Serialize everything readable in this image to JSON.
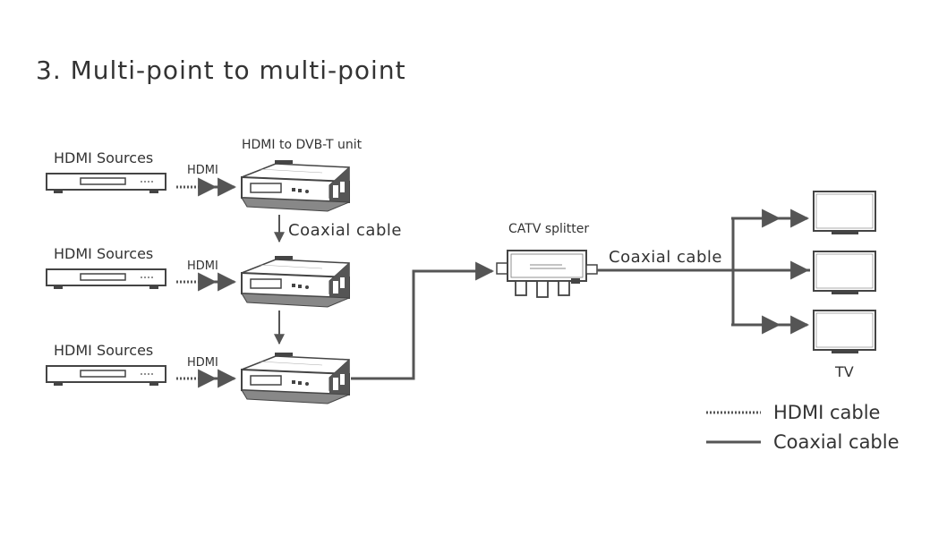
{
  "title": "3. Multi-point to multi-point",
  "sources": [
    {
      "label": "HDMI Sources",
      "cable_label": "HDMI"
    },
    {
      "label": "HDMI Sources",
      "cable_label": "HDMI"
    },
    {
      "label": "HDMI Sources",
      "cable_label": "HDMI"
    }
  ],
  "encoder_label": "HDMI to DVB-T unit",
  "encoder_link_label": "Coaxial cable",
  "splitter_label": "CATV splitter",
  "splitter_output_label": "Coaxial cable",
  "tv_label": "TV",
  "legend": {
    "hdmi": "HDMI cable",
    "coax": "Coaxial cable"
  },
  "colors": {
    "line": "#555555",
    "text": "#333333"
  }
}
